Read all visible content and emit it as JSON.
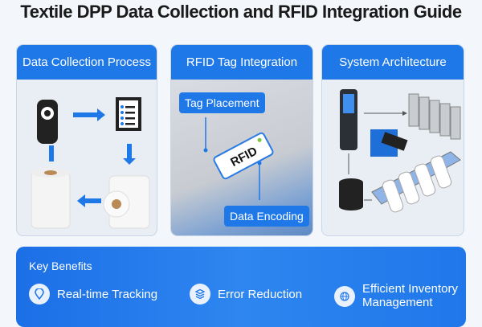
{
  "title": "Textile DPP Data Collection and RFID Integration Guide",
  "panels": [
    {
      "title": "Data Collection Process"
    },
    {
      "title": "RFID Tag Integration",
      "callouts": [
        "Tag Placement",
        "Data Encoding"
      ],
      "tag_label": "RFID"
    },
    {
      "title": "System Architecture"
    }
  ],
  "benefits": {
    "title": "Key Benefits",
    "items": [
      {
        "label": "Real-time Tracking",
        "icon": "location-pin-icon"
      },
      {
        "label": "Error Reduction",
        "icon": "layers-icon"
      },
      {
        "label": "Efficient Inventory Management",
        "icon": "globe-icon"
      }
    ]
  },
  "colors": {
    "accent": "#1f78e8"
  }
}
